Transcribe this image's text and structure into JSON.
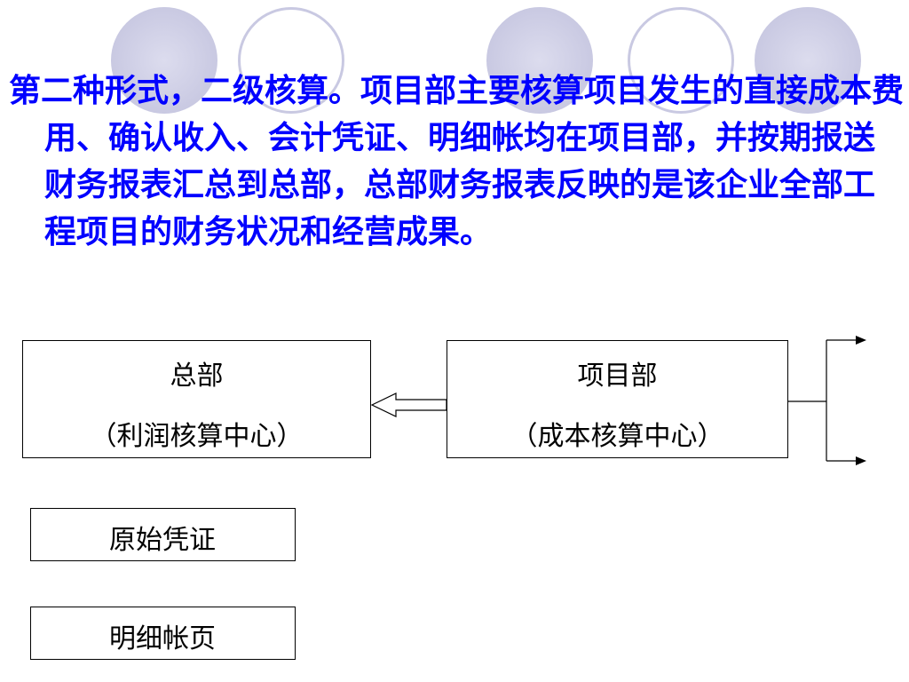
{
  "paragraph": "第二种形式，二级核算。项目部主要核算项目发生的直接成本费用、确认收入、会计凭证、明细帐均在项目部，并按期报送财务报表汇总到总部，总部财务报表反映的是该企业全部工程项目的财务状况和经营成果。",
  "headquarters": {
    "title": "总部",
    "subtitle": "（利润核算中心）"
  },
  "project_dept": {
    "title": "项目部",
    "subtitle": "（成本核算中心）"
  },
  "voucher_label": "原始凭证",
  "ledger_label": "明细帐页",
  "colors": {
    "text_accent": "#0000ff",
    "decor_circle": "#c9c9e2"
  }
}
